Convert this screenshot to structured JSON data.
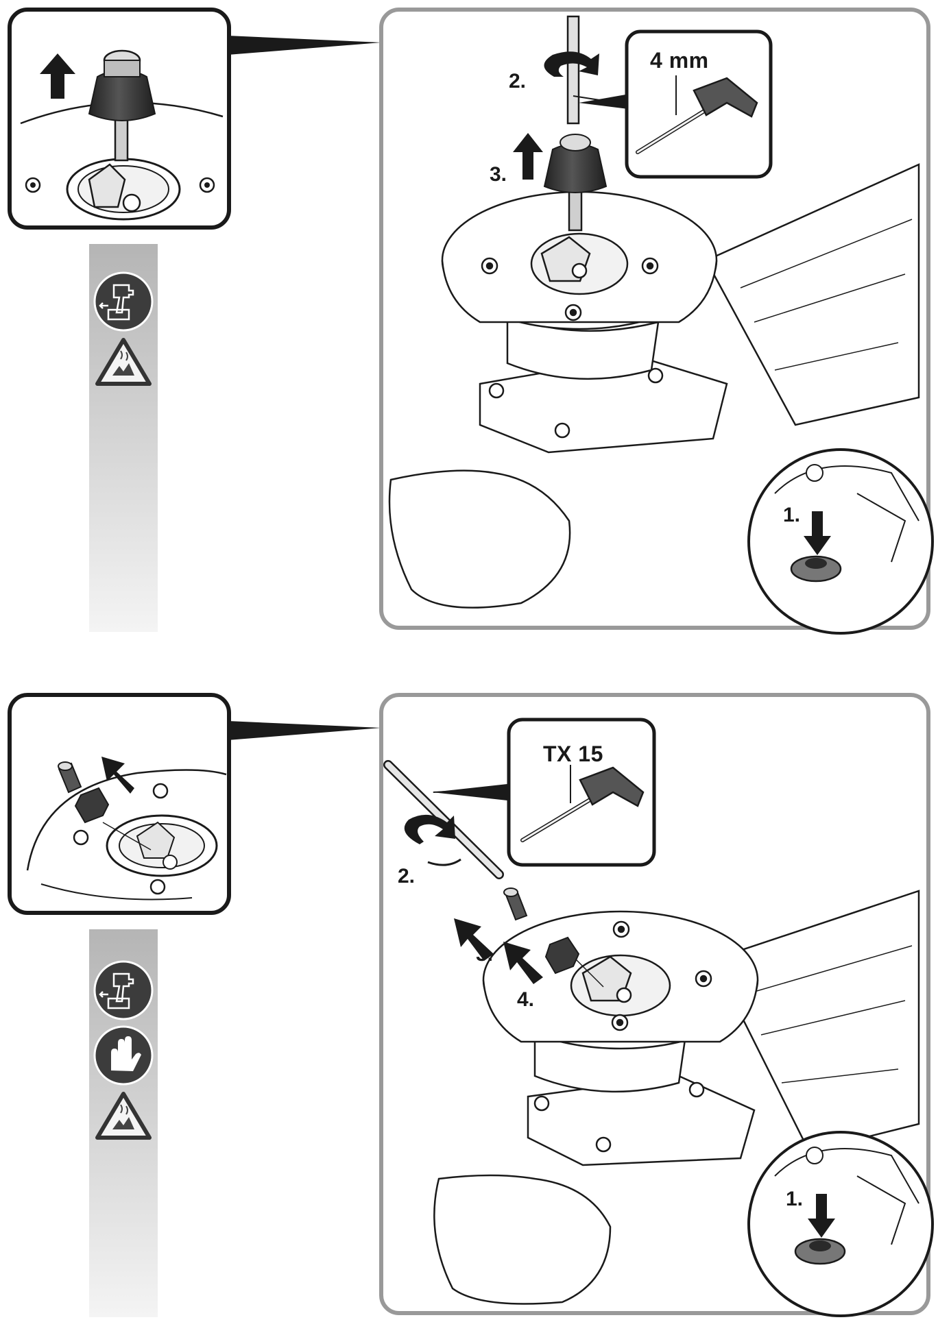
{
  "step_a": {
    "tool_size": "4 mm",
    "steps": [
      "1.",
      "2.",
      "3."
    ],
    "side_icons": [
      "cordless-drill-battery-removed-icon",
      "hot-surface-warning-icon"
    ]
  },
  "step_b": {
    "tool_size": "TX 15",
    "steps": [
      "1.",
      "2.",
      "3.",
      "4."
    ],
    "side_icons": [
      "cordless-drill-battery-removed-icon",
      "protective-gloves-icon",
      "hot-surface-warning-icon"
    ]
  },
  "colors": {
    "frame": "#999999",
    "ink": "#1a1a1a",
    "knob": "#3a3a3a",
    "strip": "#b8b8b8"
  }
}
